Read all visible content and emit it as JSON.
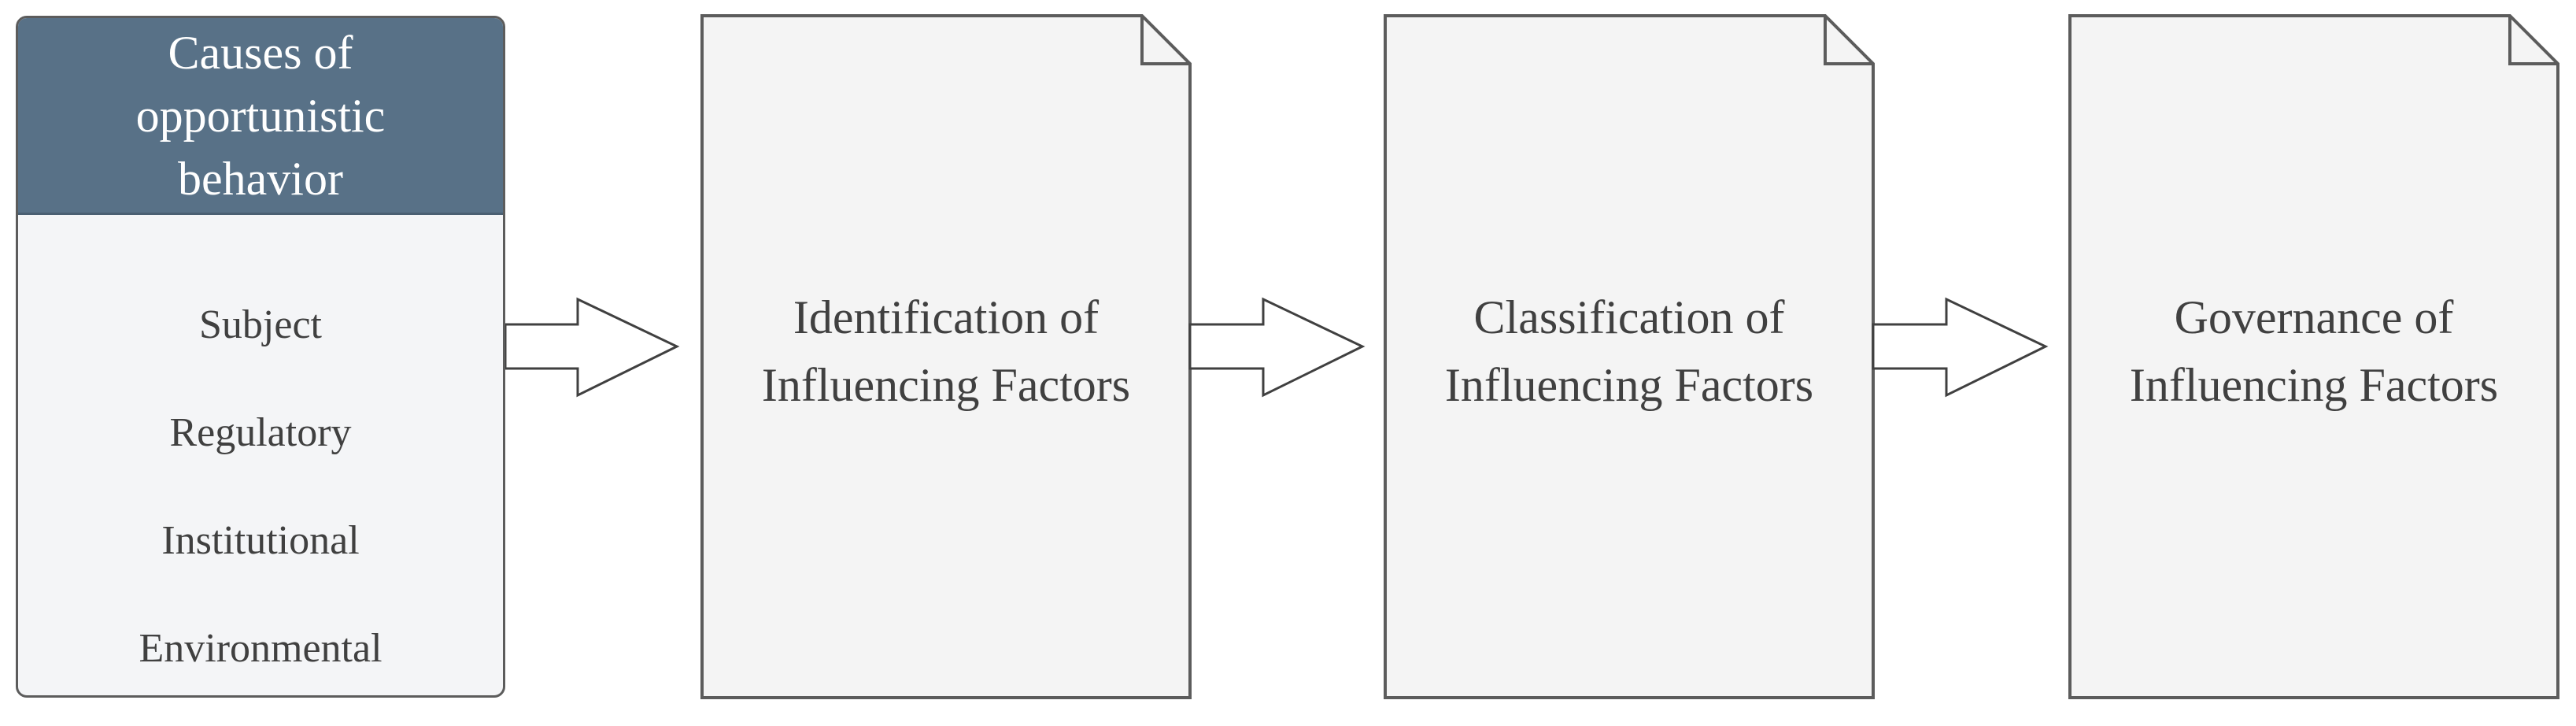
{
  "causes_box": {
    "title_lines": [
      "Causes of",
      "opportunistic",
      "behavior"
    ],
    "items": [
      "Subject",
      "Regulatory",
      "Institutional",
      "Environmental"
    ]
  },
  "stages": [
    {
      "lines": [
        "Identification of",
        "Influencing Factors"
      ]
    },
    {
      "lines": [
        "Classification of",
        "Influencing Factors"
      ]
    },
    {
      "lines": [
        "Governance of",
        "Influencing Factors"
      ]
    }
  ],
  "colors": {
    "header_fill": "#587187",
    "box_fill": "#f4f5f7",
    "document_fill": "#f4f4f4",
    "stroke": "#5c5c5c",
    "text": "#404040"
  }
}
